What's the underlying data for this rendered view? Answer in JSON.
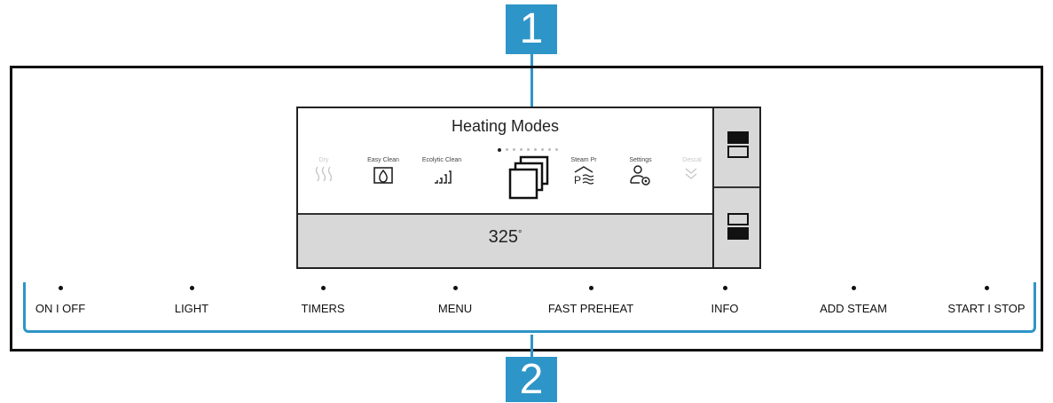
{
  "callouts": {
    "display": "1",
    "buttons": "2"
  },
  "screen": {
    "title": "Heating Modes",
    "page_count": 9,
    "active_page": 1,
    "modes": [
      {
        "label": "Dry",
        "icon": "dry-waves-icon",
        "faded": true
      },
      {
        "label": "Easy Clean",
        "icon": "water-drop-icon",
        "faded": false
      },
      {
        "label": "Ecolytic Clean",
        "icon": "stairs-icon",
        "faded": false
      },
      {
        "label": "",
        "icon": "stacked-windows-icon",
        "selected": true
      },
      {
        "label": "Steam Pr",
        "icon": "steam-p-icon",
        "faded": false
      },
      {
        "label": "Settings",
        "icon": "user-gear-icon",
        "faded": false
      },
      {
        "label": "Descal",
        "icon": "chevron-down-icon",
        "faded": true
      }
    ],
    "temperature": {
      "value": "325",
      "unit": "°"
    }
  },
  "buttons": [
    {
      "label": "ON I OFF"
    },
    {
      "label": "LIGHT"
    },
    {
      "label": "TIMERS"
    },
    {
      "label": "MENU"
    },
    {
      "label": "FAST PREHEAT"
    },
    {
      "label": "INFO"
    },
    {
      "label": "ADD STEAM"
    },
    {
      "label": "START I STOP"
    }
  ],
  "colors": {
    "callout": "#2e95c8",
    "display_bottom": "#d8d8d8"
  }
}
